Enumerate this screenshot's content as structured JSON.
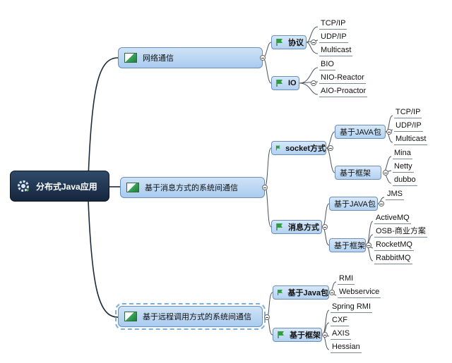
{
  "root": {
    "label": "分布式Java应用",
    "icon": "gear-icon"
  },
  "branches": {
    "network": {
      "label": "网络通信",
      "protocol": {
        "label": "协议",
        "items": [
          "TCP/IP",
          "UDP/IP",
          "Multicast"
        ]
      },
      "io": {
        "label": "IO",
        "items": [
          "BIO",
          "NIO-Reactor",
          "AIO-Proactor"
        ]
      }
    },
    "messaging": {
      "label": "基于消息方式的系统间通信",
      "socket": {
        "label": "socket方式",
        "java_pkg": {
          "label": "基于JAVA包",
          "items": [
            "TCP/IP",
            "UDP/IP",
            "Multicast"
          ]
        },
        "framework": {
          "label": "基于框架",
          "items": [
            "Mina",
            "Netty",
            "dubbo"
          ]
        }
      },
      "message": {
        "label": "消息方式",
        "java_pkg": {
          "label": "基于JAVA包",
          "items": [
            "JMS"
          ]
        },
        "framework": {
          "label": "基于框架",
          "items": [
            "ActiveMQ",
            "OSB-商业方案",
            "RocketMQ",
            "RabbitMQ"
          ]
        }
      }
    },
    "rpc": {
      "label": "基于远程调用方式的系统间通信",
      "java_pkg": {
        "label": "基于Java包",
        "items": [
          "RMI",
          "Webservice"
        ]
      },
      "framework": {
        "label": "基于框架",
        "items": [
          "Spring RMI",
          "CXF",
          "AXIS",
          "Hessian"
        ]
      }
    }
  },
  "colors": {
    "root": "#1f3350",
    "topic": "#b9d6f3",
    "border": "#6a8fb8",
    "flag": "#2e9e3e"
  }
}
